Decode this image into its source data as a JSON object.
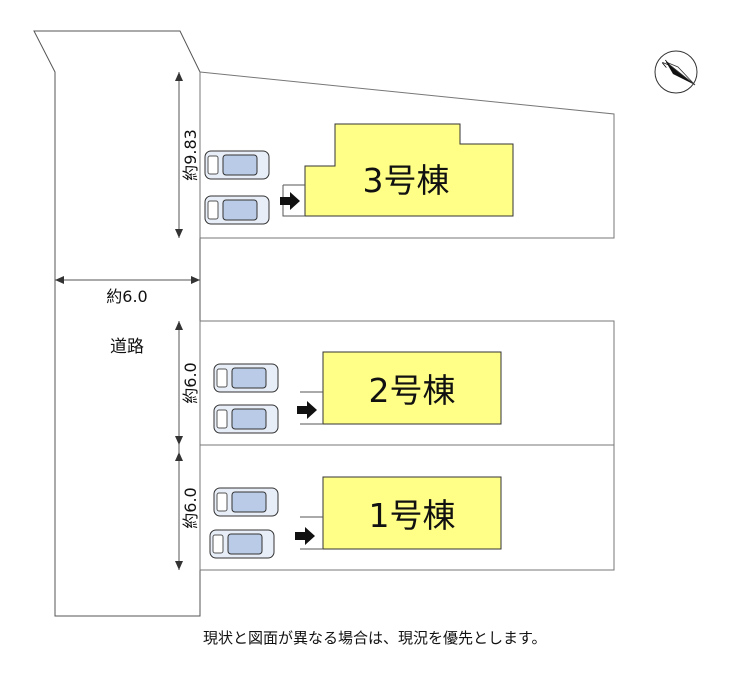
{
  "buildings": [
    {
      "label": "3号棟"
    },
    {
      "label": "2号棟"
    },
    {
      "label": "1号棟"
    }
  ],
  "dimensions": {
    "lot3_depth": "約9.83",
    "road_width": "約6.0",
    "lot2_depth": "約6.0",
    "lot1_depth": "約6.0"
  },
  "road": {
    "label": "道路"
  },
  "compass": {
    "label": "N"
  },
  "note": "現状と図面が異なる場合は、現況を優先とします。",
  "colors": {
    "building_fill": "#ffff88",
    "line": "#555555"
  }
}
